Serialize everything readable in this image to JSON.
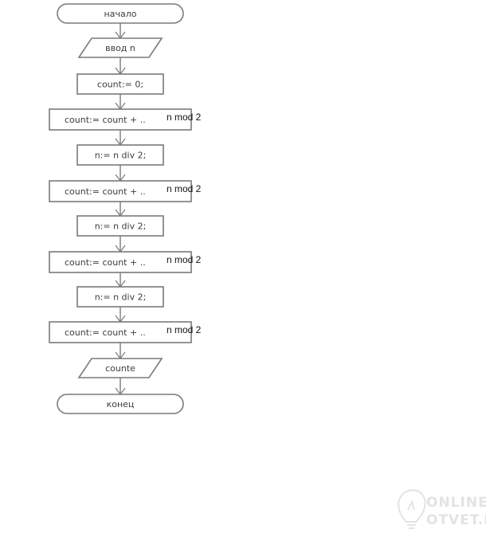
{
  "flowchart": {
    "nodes": [
      {
        "id": "start",
        "kind": "terminator",
        "text": "начало"
      },
      {
        "id": "input-n",
        "kind": "io",
        "text": "ввод n"
      },
      {
        "id": "init",
        "kind": "process",
        "text": "count:= 0;"
      },
      {
        "id": "add-1",
        "kind": "process-wide",
        "text": "count:= count + ..",
        "overlay": "n mod 2"
      },
      {
        "id": "div-1",
        "kind": "process",
        "text": "n:= n div 2;"
      },
      {
        "id": "add-2",
        "kind": "process-wide",
        "text": "count:= count + ..",
        "overlay": "n mod 2"
      },
      {
        "id": "div-2",
        "kind": "process",
        "text": "n:= n div 2;"
      },
      {
        "id": "add-3",
        "kind": "process-wide",
        "text": "count:= count + ..",
        "overlay": "n mod 2"
      },
      {
        "id": "div-3",
        "kind": "process",
        "text": "n:= n div 2;"
      },
      {
        "id": "add-4",
        "kind": "process-wide",
        "text": "count:= count + ..",
        "overlay": "n mod 2"
      },
      {
        "id": "output",
        "kind": "io",
        "text": "counte"
      },
      {
        "id": "end",
        "kind": "terminator",
        "text": "конец"
      }
    ],
    "edges": [
      [
        "start",
        "input-n"
      ],
      [
        "input-n",
        "init"
      ],
      [
        "init",
        "add-1"
      ],
      [
        "add-1",
        "div-1"
      ],
      [
        "div-1",
        "add-2"
      ],
      [
        "add-2",
        "div-2"
      ],
      [
        "div-2",
        "add-3"
      ],
      [
        "add-3",
        "div-3"
      ],
      [
        "div-3",
        "add-4"
      ],
      [
        "add-4",
        "output"
      ],
      [
        "output",
        "end"
      ]
    ]
  },
  "watermark": {
    "line1": "ONLINE",
    "line2": "OTVET.RU",
    "icon": "lightbulb-icon",
    "color": "#e3e3e3"
  },
  "colors": {
    "stroke": "#7a7a7a",
    "text": "#3c3c3c",
    "overlay_text": "#111111"
  }
}
